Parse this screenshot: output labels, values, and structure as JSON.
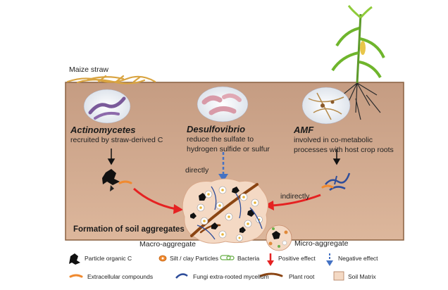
{
  "labels": {
    "maize_straw": "Maize straw",
    "directly": "directly",
    "indirectly": "indirectly",
    "formation": "Formation of soil aggregates",
    "macro": "Macro-aggregate",
    "micro": "Micro-aggregate"
  },
  "organisms": [
    {
      "name": "Actinomycetes",
      "desc": [
        "recruited by straw-derived C"
      ]
    },
    {
      "name": "Desulfovibrio",
      "desc": [
        "reduce the sulfate to",
        "hydrogen sulfide or sulfur"
      ]
    },
    {
      "name": "AMF",
      "desc": [
        "involved in co-metabolic",
        "processes with host crop roots"
      ]
    }
  ],
  "legend": [
    {
      "icon": "particle-organic-c",
      "label": "Particle organic C"
    },
    {
      "icon": "silt-clay-particle",
      "label": "Silt / clay Particles"
    },
    {
      "icon": "bacteria",
      "label": "Bacteria"
    },
    {
      "icon": "positive-effect-arrow",
      "label": "Positive effect"
    },
    {
      "icon": "negative-effect-arrow",
      "label": "Negative effect"
    },
    {
      "icon": "extracellular-compounds",
      "label": "Extracellular compounds"
    },
    {
      "icon": "fungi-mycelium",
      "label": "Fungi  extra-rooted mycelium"
    },
    {
      "icon": "plant-root",
      "label": "Plant root"
    },
    {
      "icon": "soil-matrix",
      "label": "Soil Matrix"
    }
  ],
  "colors": {
    "soil": "#c9a48c",
    "soil_border": "#8a6040",
    "positive": "#e52222",
    "negative": "#4472c4",
    "straw": "#d9a441",
    "root": "#8b4513",
    "fungi": "#2e4d9a",
    "extracellular": "#f08a30",
    "matrix": "#f4d9c4"
  }
}
